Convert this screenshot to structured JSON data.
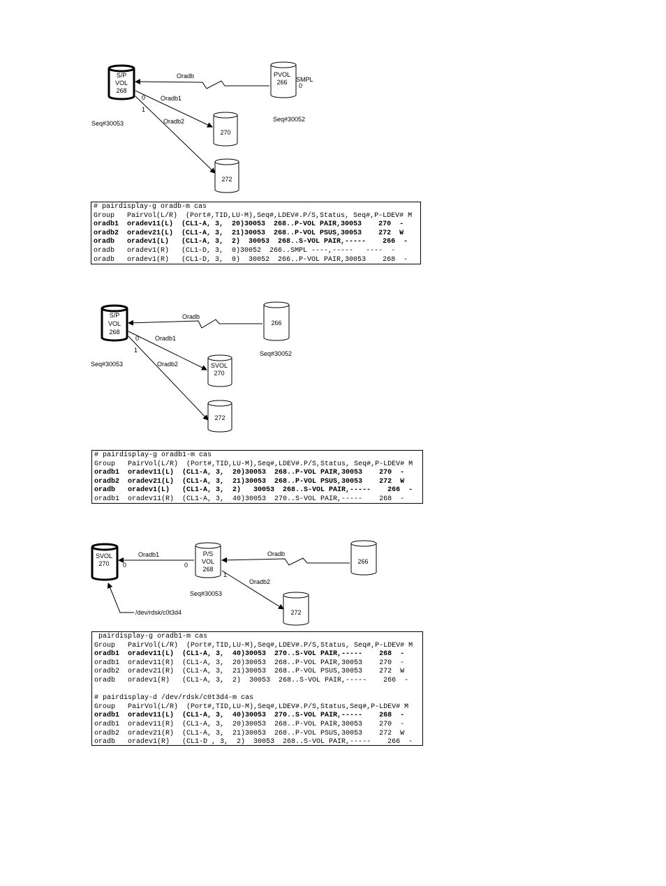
{
  "diagram1": {
    "sp_vol": {
      "lines": [
        "S/P",
        "VOL",
        "268"
      ]
    },
    "pvol": {
      "lines": [
        "PVOL",
        "266"
      ]
    },
    "smpl_label": "SMPL",
    "smpl_zero": "0",
    "link_oradb": "Oradb",
    "link_oradb1": "Oradb1",
    "link_oradb2": "Oradb2",
    "mu0": "0",
    "mu1": "1",
    "seq_left": "Seq#30053",
    "seq_right": "Seq#30052",
    "vol270": "270",
    "vol272": "272"
  },
  "term1": {
    "lines": [
      {
        "text": "# pairdisplay-g oradb-m cas",
        "bold": false
      },
      {
        "text": "Group   PairVol(L/R)  (Port#,TID,LU-M),Seq#,LDEV#.P/S,Status, Seq#,P-LDEV# M",
        "bold": false
      },
      {
        "text": "oradb1  oradev11(L)  (CL1-A, 3,  20)30053  268..P-VOL PAIR,30053    270  -",
        "bold": true
      },
      {
        "text": "oradb2  oradev21(L)  (CL1-A, 3,  21)30053  268..P-VOL PSUS,30053    272  W",
        "bold": true
      },
      {
        "text": "oradb   oradev1(L)   (CL1-A, 3,  2)  30053  268..S-VOL PAIR,-----    266  -",
        "bold": true
      },
      {
        "text": "oradb   oradev1(R)   (CL1-D, 3,  0)30052  266..SMPL ----,-----   ----  -",
        "bold": false
      },
      {
        "text": "oradb   oradev1(R)   (CL1-D, 3,  0)  30052  266..P-VOL PAIR,30053    268  -",
        "bold": false
      }
    ]
  },
  "diagram2": {
    "sp_vol": {
      "lines": [
        "S/P",
        "VOL",
        "268"
      ]
    },
    "vol266": "266",
    "svol270": {
      "lines": [
        "SVOL",
        "270"
      ]
    },
    "vol272": "272",
    "link_oradb": "Oradb",
    "link_oradb1": "Oradb1",
    "link_oradb2": "Oradb2",
    "mu0": "0",
    "mu1": "1",
    "seq_left": "Seq#30053",
    "seq_right": "Seq#30052"
  },
  "term2": {
    "lines": [
      {
        "text": "# pairdisplay-g oradb1-m cas",
        "bold": false
      },
      {
        "text": "Group   PairVol(L/R)  (Port#,TID,LU-M),Seq#,LDEV#.P/S,Status, Seq#,P-LDEV# M",
        "bold": false
      },
      {
        "text": "oradb1  oradev11(L)  (CL1-A, 3,  20)30053  268..P-VOL PAIR,30053    270  -",
        "bold": true
      },
      {
        "text": "oradb2  oradev21(L)  (CL1-A, 3,  21)30053  268..P-VOL PSUS,30053    272  W",
        "bold": true
      },
      {
        "text": "oradb   oradev1(L)   (CL1-A, 3,  2)   30053  268..S-VOL PAIR,-----    266  -",
        "bold": true
      },
      {
        "text": "oradb1  oradev11(R)  (CL1-A, 3,  40)30053  270..S-VOL PAIR,-----    268  -",
        "bold": false
      }
    ]
  },
  "diagram3": {
    "svol270": {
      "lines": [
        "SVOL",
        "270"
      ]
    },
    "ps_vol": {
      "lines": [
        "P/S",
        "VOL",
        "268"
      ]
    },
    "vol266": "266",
    "vol272": "272",
    "link_oradb1": "Oradb1",
    "link_oradb": "Oradb",
    "link_oradb2": "Oradb2",
    "mu_svol0": "0",
    "mu_ps0": "0",
    "mu1": "1",
    "seq_mid": "Seq#30053",
    "device_path": "/dev/rdsk/c0t3d4"
  },
  "term3": {
    "lines": [
      {
        "text": " pairdisplay-g oradb1-m cas",
        "bold": false
      },
      {
        "text": "Group   PairVol(L/R)  (Port#,TID,LU-M),Seq#,LDEV#.P/S,Status, Seq#,P-LDEV# M",
        "bold": false
      },
      {
        "text": "oradb1  oradev11(L)  (CL1-A, 3,  40)30053  270..S-VOL PAIR,-----    268  -",
        "bold": true
      },
      {
        "text": "oradb1  oradev11(R)  (CL1-A, 3,  20)30053  268..P-VOL PAIR,30053    270  -",
        "bold": false
      },
      {
        "text": "oradb2  oradev21(R)  (CL1-A, 3,  21)30053  268..P-VOL PSUS,30053    272  W",
        "bold": false
      },
      {
        "text": "oradb   oradev1(R)   (CL1-A, 3,  2)  30053  268..S-VOL PAIR,-----    266  -",
        "bold": false
      },
      {
        "text": "",
        "bold": false
      },
      {
        "text": "# pairdisplay-d /dev/rdsk/c0t3d4-m cas",
        "bold": false
      },
      {
        "text": "Group   PairVol(L/R)  (Port#,TID,LU-M),Seq#,LDEV#.P/S,Status,Seq#,P-LDEV# M",
        "bold": false
      },
      {
        "text": "oradb1  oradev11(L)  (CL1-A, 3,  40)30053  270..S-VOL PAIR,-----    268  -",
        "bold": true
      },
      {
        "text": "oradb1  oradev11(R)  (CL1-A, 3,  20)30053  268..P-VOL PAIR,30053    270  -",
        "bold": false
      },
      {
        "text": "oradb2  oradev21(R)  (CL1-A, 3,  21)30053  268..P-VOL PSUS,30053    272  W",
        "bold": false
      },
      {
        "text": "oradb   oradev1(R)   (CL1-D , 3,  2)  30053  268..S-VOL PAIR,-----    266  -",
        "bold": false
      }
    ]
  }
}
